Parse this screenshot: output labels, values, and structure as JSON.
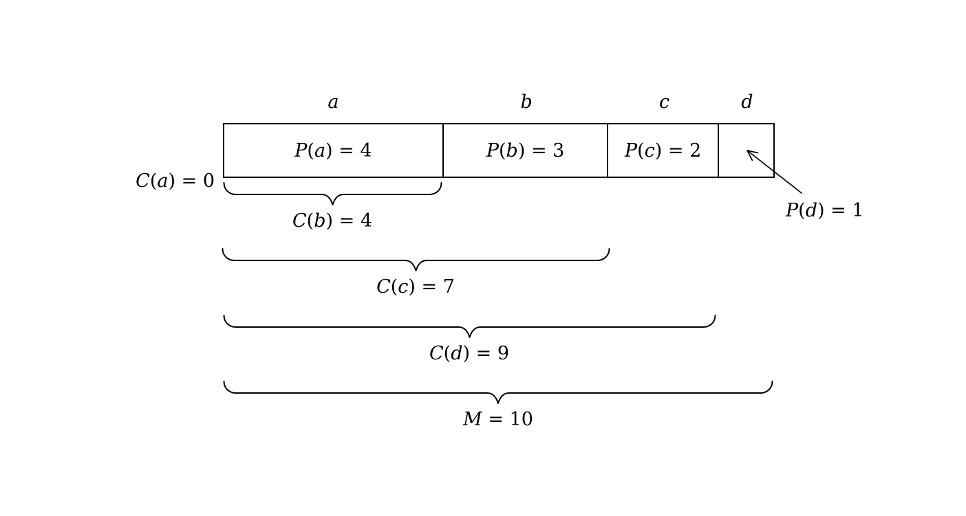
{
  "colors": {
    "background": "#ffffff",
    "ink": "#000000"
  },
  "bar": {
    "total_units": 10,
    "segments": [
      {
        "id": "a",
        "top_label": "a",
        "units": 4,
        "p": {
          "fn": "P",
          "open": "(",
          "arg": "a",
          "close": ")",
          "eq": " = ",
          "val": "4"
        }
      },
      {
        "id": "b",
        "top_label": "b",
        "units": 3,
        "p": {
          "fn": "P",
          "open": "(",
          "arg": "b",
          "close": ")",
          "eq": " = ",
          "val": "3"
        }
      },
      {
        "id": "c",
        "top_label": "c",
        "units": 2,
        "p": {
          "fn": "P",
          "open": "(",
          "arg": "c",
          "close": ")",
          "eq": " = ",
          "val": "2"
        }
      },
      {
        "id": "d",
        "top_label": "d",
        "units": 1,
        "cell_text": ""
      }
    ]
  },
  "annotations": {
    "c_a": {
      "fn": "C",
      "open": "(",
      "arg": "a",
      "close": ")",
      "eq": " = ",
      "val": "0"
    },
    "c_b": {
      "fn": "C",
      "open": "(",
      "arg": "b",
      "close": ")",
      "eq": " = ",
      "val": "4",
      "span_units": 4
    },
    "c_c": {
      "fn": "C",
      "open": "(",
      "arg": "c",
      "close": ")",
      "eq": " = ",
      "val": "7",
      "span_units": 7
    },
    "c_d": {
      "fn": "C",
      "open": "(",
      "arg": "d",
      "close": ")",
      "eq": " = ",
      "val": "9",
      "span_units": 9
    },
    "total": {
      "fn": "M",
      "eq": " = ",
      "val": "10",
      "span_units": 10
    },
    "p_d": {
      "fn": "P",
      "open": "(",
      "arg": "d",
      "close": ")",
      "eq": " = ",
      "val": "1"
    }
  }
}
